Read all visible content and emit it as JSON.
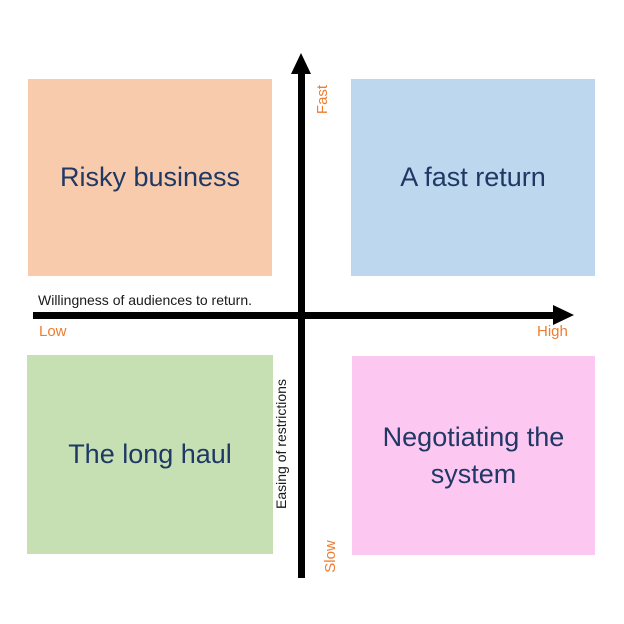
{
  "diagram": {
    "type": "quadrant-matrix",
    "quadrants": {
      "top_left": {
        "label": "Risky business",
        "color": "#F8CBAD"
      },
      "top_right": {
        "label": "A fast return",
        "color": "#BDD7EE"
      },
      "bottom_left": {
        "label": "The long haul",
        "color": "#C6E0B4"
      },
      "bottom_right": {
        "label": "Negotiating the system",
        "color": "#FCC7F0"
      }
    },
    "x_axis": {
      "title": "Willingness of audiences to return.",
      "left_label": "Low",
      "right_label": "High"
    },
    "y_axis": {
      "title": "Easing of restrictions",
      "top_label": "Fast",
      "bottom_label": "Slow"
    },
    "colors": {
      "background": "#FFFFFF",
      "axis_line": "#000000",
      "endpoint_label_text": "#ED7D31",
      "quadrant_label_text": "#1F3864",
      "axis_title_text": "#1A1A1A"
    }
  }
}
